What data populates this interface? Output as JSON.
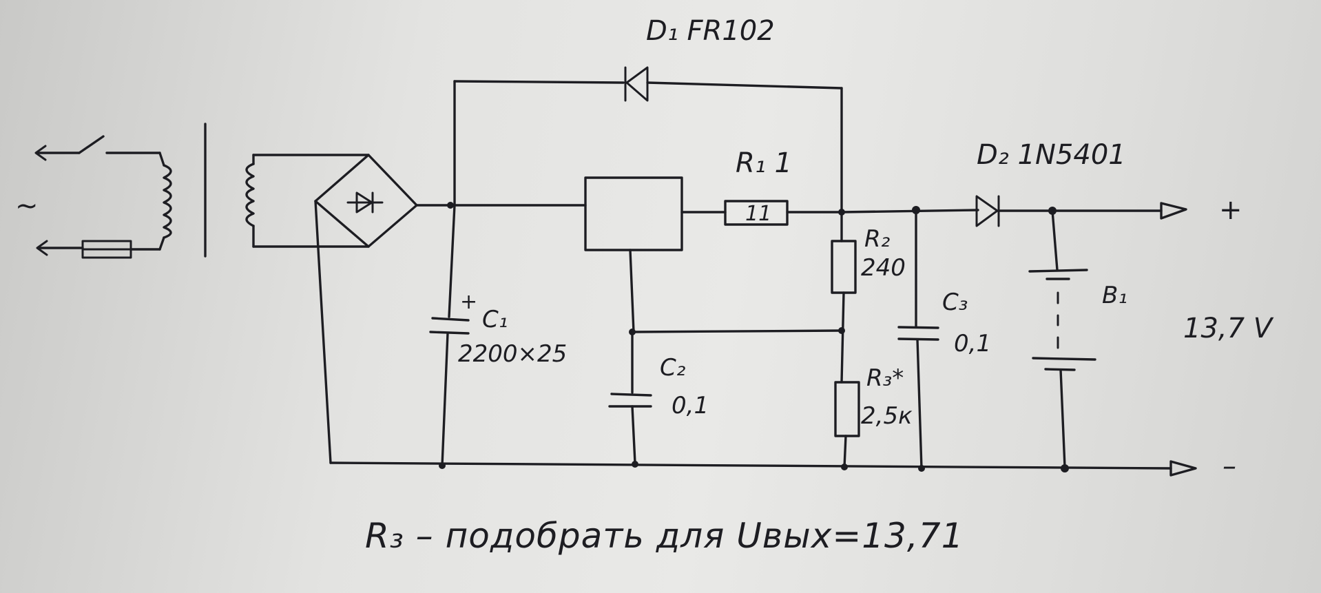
{
  "labels": {
    "d1": "D₁ FR102",
    "d2": "D₂ 1N5401",
    "r1": "R₁ 1",
    "r1_body": "11",
    "r2_name": "R₂",
    "r2_value": "240",
    "r3_name": "R₃*",
    "r3_value": "2,5к",
    "c1_name": "C₁",
    "c1_value": "2200×25",
    "c1_polarity": "+",
    "c2_name": "C₂",
    "c2_value": "0,1",
    "c3_name": "C₃",
    "c3_value": "0,1",
    "battery_name": "B₁",
    "voltage": "13,7 V",
    "plus": "+",
    "minus": "–",
    "ac": "~",
    "note": "R₃ – подобрать для Uвых=13,71"
  },
  "colors": {
    "ink": "#1d1d22",
    "paper": "#e3e3e1"
  }
}
